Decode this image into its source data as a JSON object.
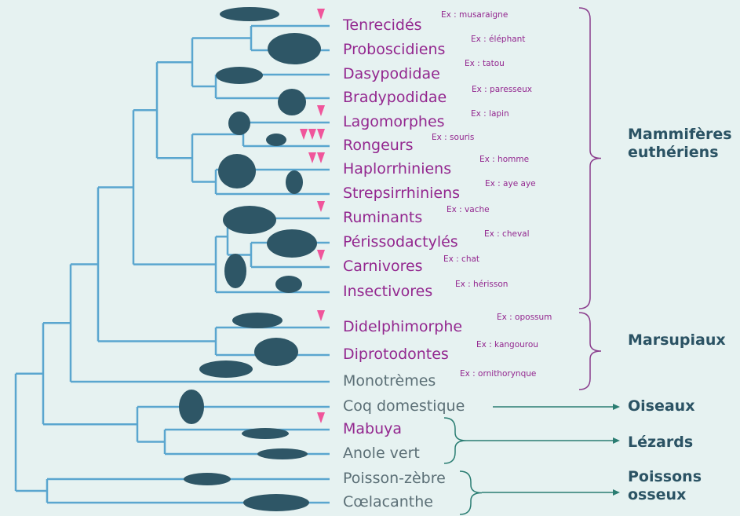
{
  "taxa": [
    {
      "name": "Tenrecidés",
      "example": "Ex : musaraigne",
      "highlight": true
    },
    {
      "name": "Proboscidiens",
      "example": "Ex : éléphant",
      "highlight": true
    },
    {
      "name": "Dasypodidae",
      "example": "Ex : tatou",
      "highlight": true
    },
    {
      "name": "Bradypodidae",
      "example": "Ex : paresseux",
      "highlight": true
    },
    {
      "name": "Lagomorphes",
      "example": "Ex : lapin",
      "highlight": true
    },
    {
      "name": "Rongeurs",
      "example": "Ex : souris",
      "highlight": true
    },
    {
      "name": "Haplorrhiniens",
      "example": "Ex : homme",
      "highlight": true
    },
    {
      "name": "Strepsirrhiniens",
      "example": "Ex : aye aye",
      "highlight": true
    },
    {
      "name": "Ruminants",
      "example": "Ex : vache",
      "highlight": true
    },
    {
      "name": "Périssodactylés",
      "example": "Ex : cheval",
      "highlight": true
    },
    {
      "name": "Carnivores",
      "example": "Ex : chat",
      "highlight": true
    },
    {
      "name": "Insectivores",
      "example": "Ex :     hérisson",
      "highlight": true
    },
    {
      "name": "Didelphimorphe",
      "example": "Ex : opossum",
      "highlight": true
    },
    {
      "name": "Diprotodontes",
      "example": "Ex : kangourou",
      "highlight": true
    },
    {
      "name": "Monotrèmes",
      "example": "Ex : ornithorynque",
      "highlight": false
    },
    {
      "name": "Coq domestique",
      "example": "",
      "highlight": false
    },
    {
      "name": "Mabuya",
      "example": "",
      "highlight": true
    },
    {
      "name": "Anole vert",
      "example": "",
      "highlight": false
    },
    {
      "name": "Poisson-zèbre",
      "example": "",
      "highlight": false
    },
    {
      "name": "Cœlacanthe",
      "example": "",
      "highlight": false
    }
  ],
  "groups": {
    "mammiferes_1": "Mammifères",
    "mammiferes_2": "euthériens",
    "marsupiaux": "Marsupiaux",
    "oiseaux": "Oiseaux",
    "lezards": "Lézards",
    "poissons_1": "Poissons",
    "poissons_2": "osseux"
  },
  "markers": [
    {
      "taxon": "Tenrecidés",
      "count": 1
    },
    {
      "taxon": "Lagomorphes",
      "count": 1
    },
    {
      "taxon": "Rongeurs",
      "count": 3
    },
    {
      "taxon": "Haplorrhiniens",
      "count": 2
    },
    {
      "taxon": "Ruminants",
      "count": 1
    },
    {
      "taxon": "Carnivores",
      "count": 1
    },
    {
      "taxon": "Didelphimorphe",
      "count": 1
    },
    {
      "taxon": "Mabuya",
      "count": 1
    }
  ],
  "silhouettes": [
    "shrew-icon",
    "elephant-icon",
    "armadillo-icon",
    "sloth-icon",
    "rabbit-icon",
    "mouse-icon",
    "gorilla-icon",
    "lemur-icon",
    "cow-icon",
    "zebra-icon",
    "cat-icon",
    "hedgehog-icon",
    "opossum-icon",
    "kangaroo-icon",
    "platypus-icon",
    "rooster-icon",
    "skink-icon",
    "anole-icon",
    "zebrafish-icon",
    "coelacanth-icon"
  ],
  "colors": {
    "branch": "#5aa6cf",
    "silhouette": "#2e5666",
    "highlight_text": "#93278f",
    "plain_text": "#5b6f76",
    "marker": "#f0559b",
    "group_text": "#2b5364",
    "arrow": "#2a7d72",
    "background": "#e6f2f1"
  }
}
